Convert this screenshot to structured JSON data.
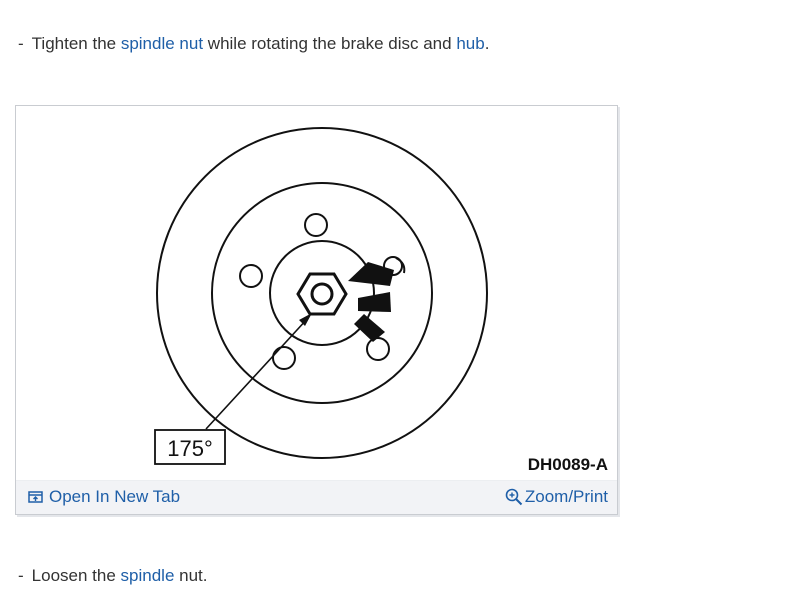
{
  "steps": [
    {
      "dash": "-",
      "parts": [
        {
          "text": "Tighten the ",
          "link": false
        },
        {
          "text": "spindle nut",
          "link": true
        },
        {
          "text": " while rotating the brake disc and ",
          "link": false
        },
        {
          "text": "hub",
          "link": true
        },
        {
          "text": ".",
          "link": false
        }
      ]
    },
    {
      "dash": "-",
      "parts": [
        {
          "text": "Loosen the ",
          "link": false
        },
        {
          "text": "spindle",
          "link": true
        },
        {
          "text": " nut.",
          "link": false
        }
      ]
    }
  ],
  "figure": {
    "callout_label": "175°",
    "figure_code": "DH0089-A",
    "open_tab_label": "Open In New Tab",
    "zoom_print_label": "Zoom/Print",
    "icons": {
      "open_tab": "open-in-new-tab-icon",
      "zoom": "magnifier-zoom-icon"
    }
  },
  "colors": {
    "link": "#1f5fa8",
    "text": "#333333",
    "footer_bg": "#f2f3f6"
  }
}
